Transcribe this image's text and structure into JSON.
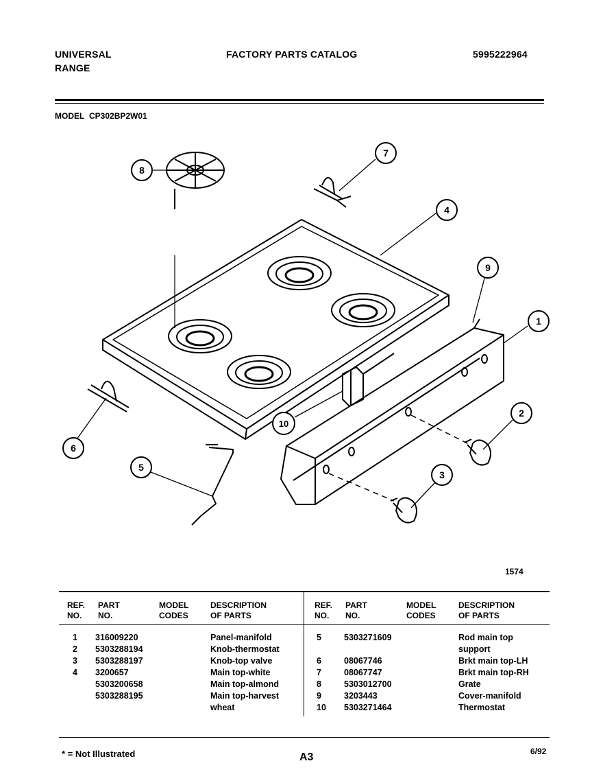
{
  "header": {
    "brand_line1": "UNIVERSAL",
    "brand_line2": "RANGE",
    "catalog_title": "FACTORY PARTS CATALOG",
    "catalog_number": "5995222964",
    "model_label": "MODEL",
    "model_number": "CP302BP2W01"
  },
  "diagram": {
    "figure_number": "1574",
    "callouts": [
      "1",
      "2",
      "3",
      "4",
      "5",
      "6",
      "7",
      "8",
      "9",
      "10"
    ]
  },
  "table": {
    "headers": {
      "ref_no": "REF.\nNO.",
      "part_no": "PART\nNO.",
      "model_codes": "MODEL\nCODES",
      "description": "DESCRIPTION\nOF PARTS"
    },
    "left_rows": [
      {
        "ref": "1",
        "part": "316009220",
        "codes": "",
        "desc": "Panel-manifold"
      },
      {
        "ref": "2",
        "part": "5303288194",
        "codes": "",
        "desc": "Knob-thermostat"
      },
      {
        "ref": "3",
        "part": "5303288197",
        "codes": "",
        "desc": "Knob-top valve"
      },
      {
        "ref": "4",
        "part": "3200657",
        "codes": "",
        "desc": "Main top-white"
      },
      {
        "ref": "",
        "part": "5303200658",
        "codes": "",
        "desc": "Main top-almond"
      },
      {
        "ref": "",
        "part": "5303288195",
        "codes": "",
        "desc": "Main top-harvest"
      },
      {
        "ref": "",
        "part": "",
        "codes": "",
        "desc": "wheat"
      }
    ],
    "right_rows": [
      {
        "ref": "5",
        "part": "5303271609",
        "codes": "",
        "desc": "Rod main top"
      },
      {
        "ref": "",
        "part": "",
        "codes": "",
        "desc": "support"
      },
      {
        "ref": "6",
        "part": "08067746",
        "codes": "",
        "desc": "Brkt main top-LH"
      },
      {
        "ref": "7",
        "part": "08067747",
        "codes": "",
        "desc": "Brkt main top-RH"
      },
      {
        "ref": "8",
        "part": "5303012700",
        "codes": "",
        "desc": "Grate"
      },
      {
        "ref": "9",
        "part": "3203443",
        "codes": "",
        "desc": "Cover-manifold"
      },
      {
        "ref": "10",
        "part": "5303271464",
        "codes": "",
        "desc": "Thermostat"
      }
    ]
  },
  "footer": {
    "note": "* = Not Illustrated",
    "page": "A3",
    "date": "6/92"
  }
}
